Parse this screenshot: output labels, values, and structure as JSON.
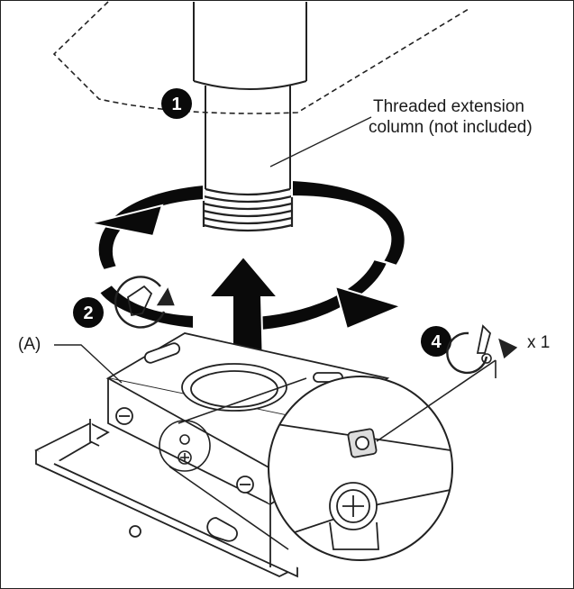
{
  "callout": {
    "line1": "Threaded extension",
    "line2": "column (not included)"
  },
  "part_label": "(A)",
  "steps": {
    "step1": "1",
    "step2": "2",
    "step4": "4"
  },
  "quantity": "x 1",
  "colors": {
    "ink": "#1a1a1a",
    "arrow_fill": "#0a0a0a",
    "background": "#ffffff"
  }
}
